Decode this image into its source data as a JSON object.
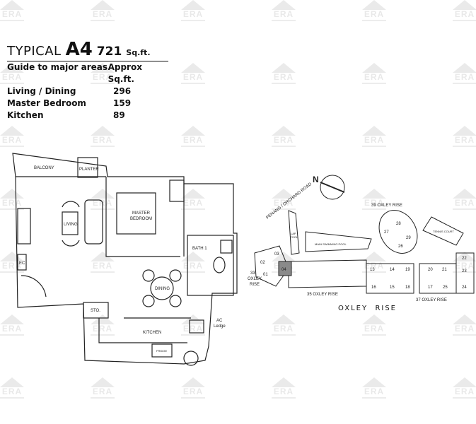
{
  "header": {
    "typical_label": "TYPICAL",
    "unit_type": "A4",
    "area": "721",
    "area_unit": "Sq.ft.",
    "col_area_heading": "Guide to major areas",
    "col_size_heading": "Approx Sq.ft.",
    "rooms": [
      {
        "name": "Living / Dining",
        "sqft": "296"
      },
      {
        "name": "Master Bedroom",
        "sqft": "159"
      },
      {
        "name": "Kitchen",
        "sqft": "89"
      }
    ]
  },
  "floor_plan": {
    "balcony": "BALCONY",
    "planter": "PLANTER",
    "living": "LIVING",
    "master_bedroom_1": "MASTER",
    "master_bedroom_2": "BEDROOM",
    "ec": "EC",
    "bath": "BATH 1",
    "dining": "DINING",
    "store": "STO.",
    "kitchen": "KITCHEN",
    "fridge": "FRIDGE",
    "ac_ledge_1": "AC",
    "ac_ledge_2": "Ledge"
  },
  "site_plan": {
    "road": "PENANG / ORCHARD ROAD",
    "north": "N",
    "oxley39": "39 OXLEY RISE",
    "oxley35": "35 OXLEY RISE",
    "oxley37": "37 OXLEY RISE",
    "oxley33": [
      "33",
      "OXLEY",
      "RISE"
    ],
    "oxley_rise": "OXLEY  RISE",
    "lap_pool_1": "LAP",
    "lap_pool_2": "POOL",
    "main_pool": "MAIN SWIMMING POOL",
    "tennis": "TENNIS COURT",
    "units": [
      "01",
      "02",
      "03",
      "04",
      "13",
      "14",
      "19",
      "20",
      "21",
      "22",
      "23",
      "16",
      "15",
      "18",
      "17",
      "25",
      "24",
      "26",
      "27",
      "28",
      "29"
    ]
  },
  "watermark": "ERA",
  "colors": {
    "highlight_unit": "#8a8a8a",
    "line": "#222222"
  }
}
